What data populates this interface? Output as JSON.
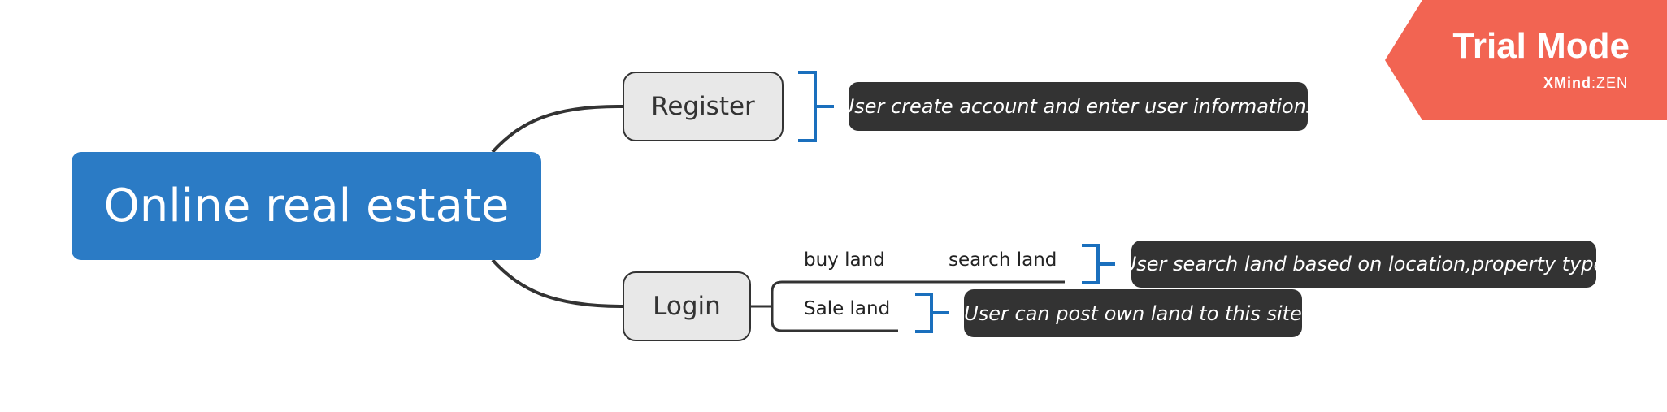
{
  "colors": {
    "root_fill": "#2b7bc5",
    "node_fill": "#e8e8e8",
    "note_fill": "#333333",
    "bracket": "#1a6fbd",
    "badge": "#f26452"
  },
  "root": {
    "label": "Online real estate"
  },
  "branches": {
    "register": {
      "label": "Register",
      "note": "User create account and enter user informations"
    },
    "login": {
      "label": "Login",
      "children": {
        "buy": {
          "label": "buy land"
        },
        "search": {
          "label": "search land",
          "note": "User search land based on location,property type"
        },
        "sale": {
          "label": "Sale land",
          "note": "User can post own land to this site"
        }
      }
    }
  },
  "watermark": {
    "title": "Trial Mode",
    "brand": "XMind",
    "separator": ":",
    "edition": "ZEN"
  }
}
